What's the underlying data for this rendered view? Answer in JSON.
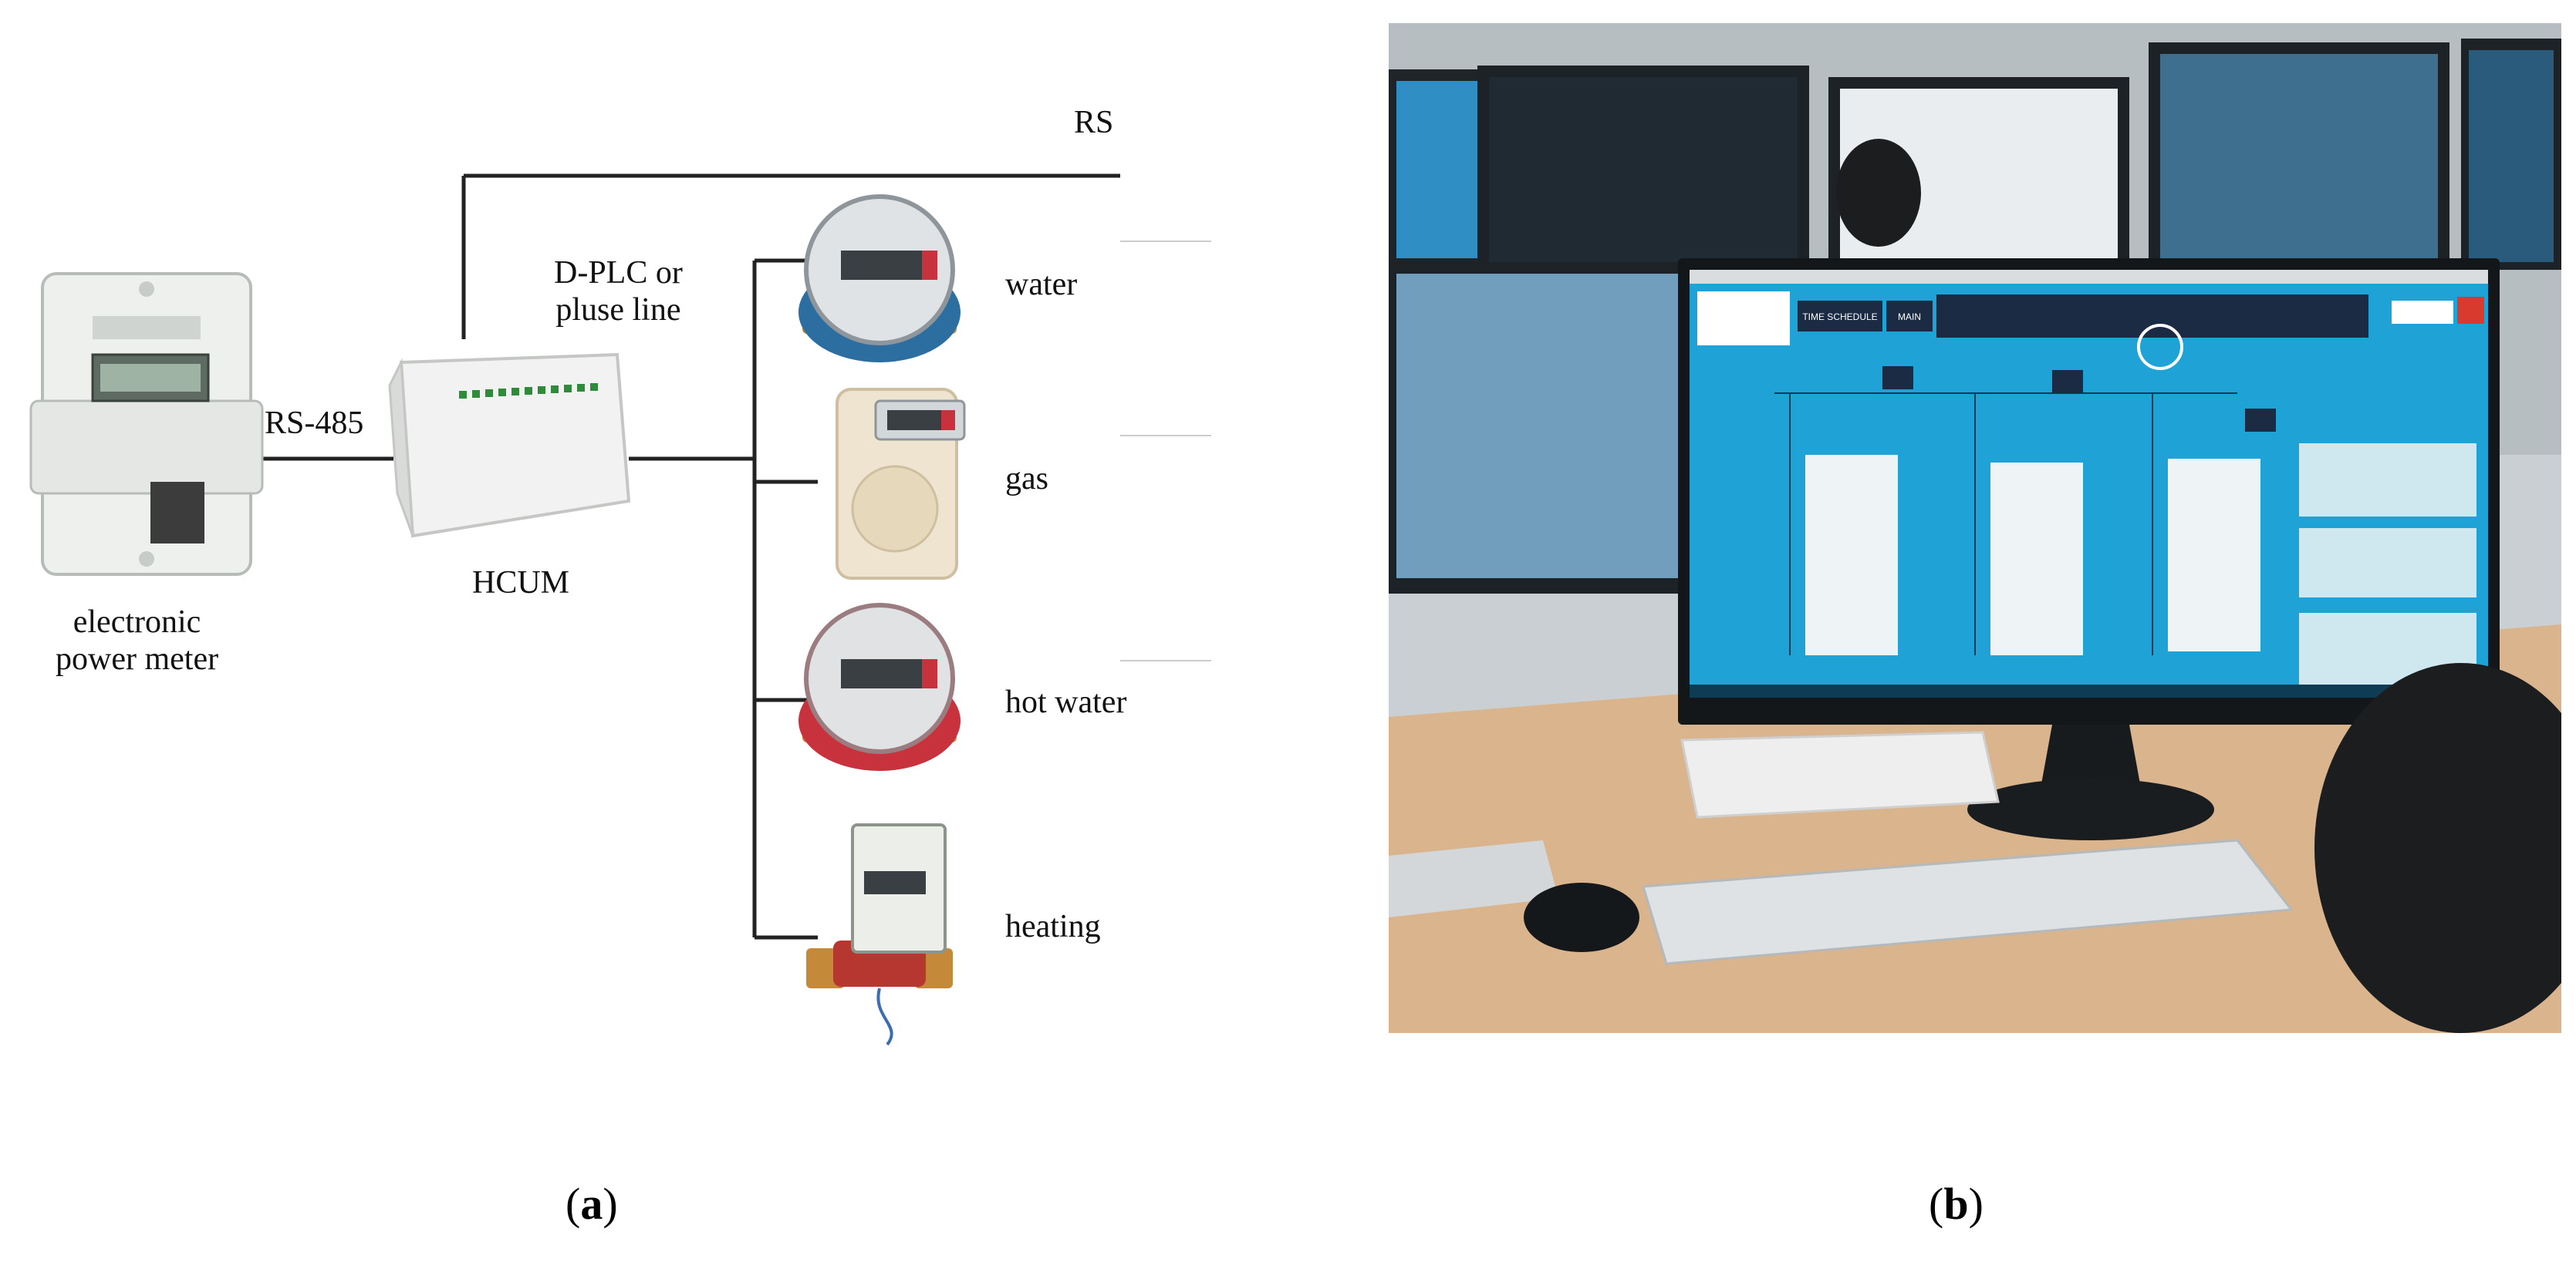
{
  "panel_a": {
    "labels": {
      "rs": "RS",
      "rs485": "RS-485",
      "dplc_line1": "D-PLC or",
      "dplc_line2": "pluse line",
      "hcum": "HCUM",
      "meter_line1": "electronic",
      "meter_line2": "power meter",
      "water": "water",
      "gas": "gas",
      "hot_water": "hot water",
      "heating": "heating"
    },
    "caption_letter": "a"
  },
  "panel_b": {
    "screen_buttons": [
      "TIME SCHEDULE",
      "MAIN"
    ],
    "caption_letter": "b"
  },
  "colors": {
    "line": "#222222",
    "screen_blue": "#1fa3d6",
    "desk": "#d9b48c",
    "meter_red": "#c8323c",
    "meter_blue": "#2d6ea0",
    "brass": "#c48a3a"
  }
}
